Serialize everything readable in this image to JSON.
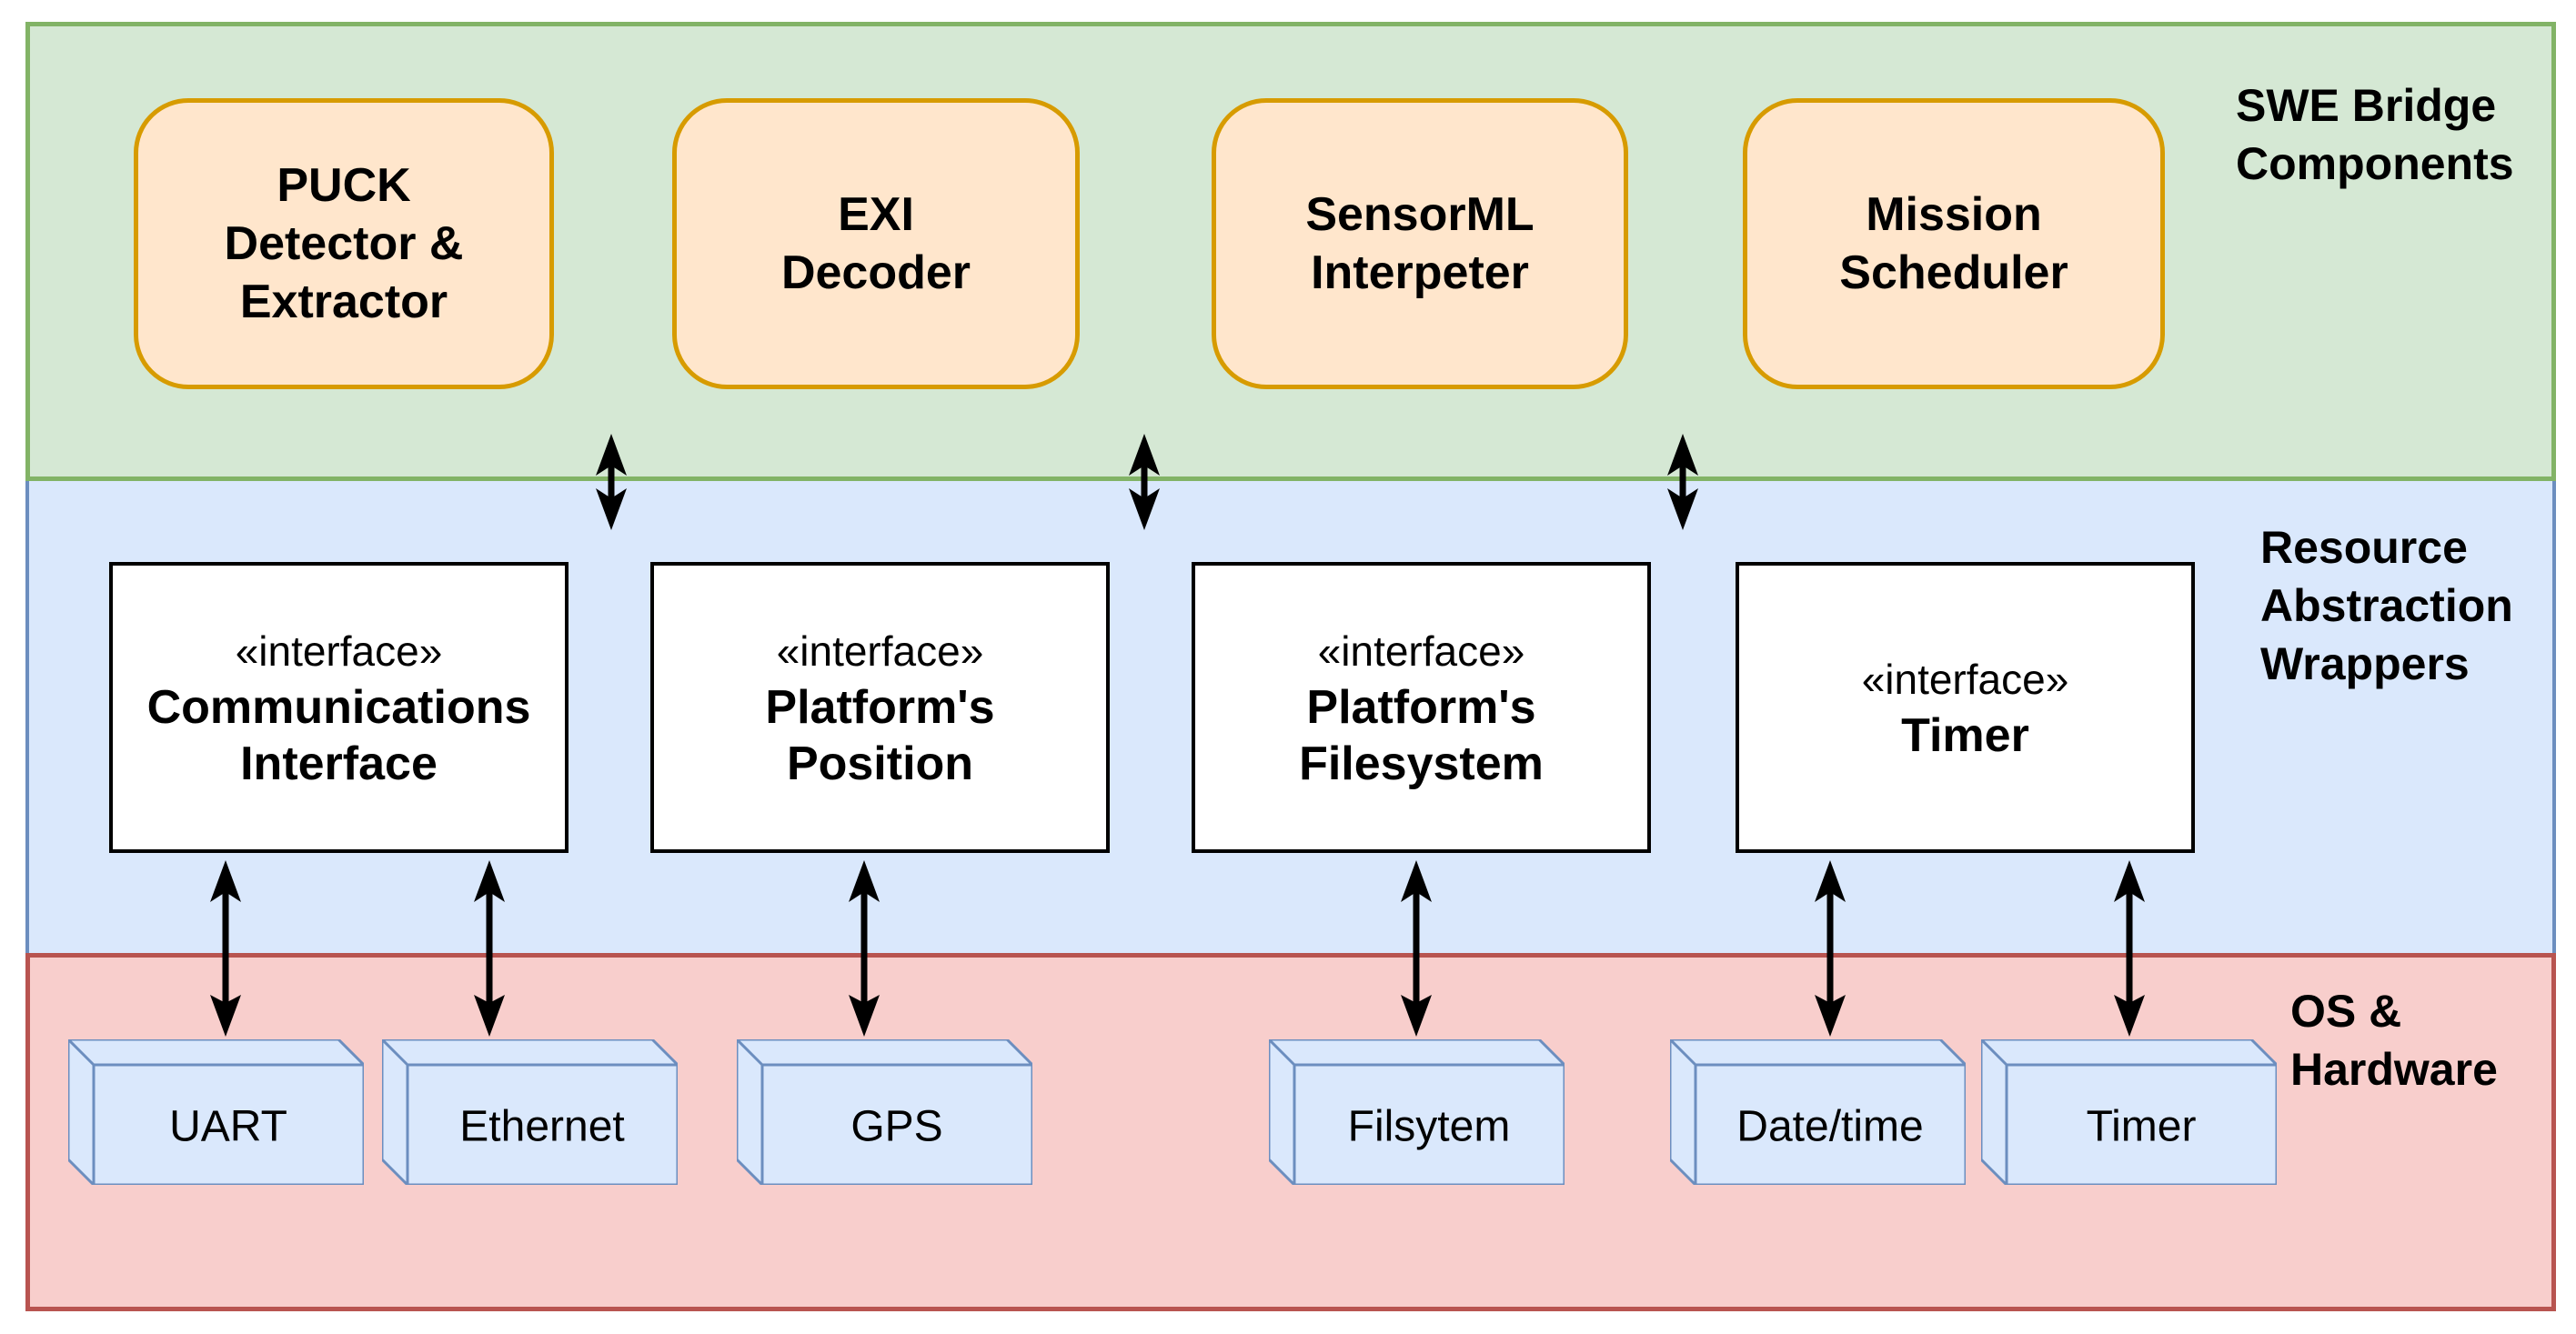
{
  "bands": {
    "swe": {
      "label_lines": [
        "SWE Bridge",
        "Components"
      ],
      "fill": "#d5e8d4",
      "border": "#82b366"
    },
    "wrappers": {
      "label_lines": [
        "Resource",
        "Abstraction",
        "Wrappers"
      ],
      "fill": "#dae8fc",
      "border": "#6c8ebf"
    },
    "os": {
      "label_lines": [
        "OS &",
        "Hardware"
      ],
      "fill": "#f8cecc",
      "border": "#b85450"
    }
  },
  "swe_components": [
    {
      "lines": [
        "PUCK",
        "Detector &",
        "Extractor"
      ]
    },
    {
      "lines": [
        "EXI",
        "Decoder"
      ]
    },
    {
      "lines": [
        "SensorML",
        "Interpeter"
      ]
    },
    {
      "lines": [
        "Mission",
        "Scheduler"
      ]
    }
  ],
  "wrapper_interfaces": [
    {
      "stereotype": "«interface»",
      "lines": [
        "Communications",
        "Interface"
      ]
    },
    {
      "stereotype": "«interface»",
      "lines": [
        "Platform's",
        "Position"
      ]
    },
    {
      "stereotype": "«interface»",
      "lines": [
        "Platform's",
        "Filesystem"
      ]
    },
    {
      "stereotype": "«interface»",
      "lines": [
        "Timer"
      ]
    }
  ],
  "hardware_components": [
    {
      "label": "UART"
    },
    {
      "label": "Ethernet"
    },
    {
      "label": "GPS"
    },
    {
      "label": "Filsytem"
    },
    {
      "label": "Date/time"
    },
    {
      "label": "Timer"
    }
  ],
  "colors": {
    "component_fill": "#ffe6cc",
    "component_border": "#d79b00",
    "interface_fill": "#ffffff",
    "interface_border": "#000000",
    "hardware_fill": "#dae8fc",
    "hardware_border": "#6c8ebf",
    "arrow": "#000000"
  }
}
